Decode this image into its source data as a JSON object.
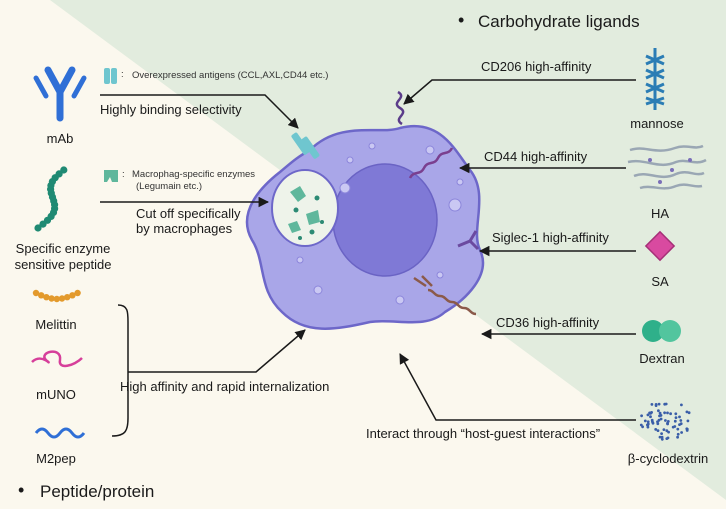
{
  "sections": {
    "carbohydrate_title": "Carbohydrate ligands",
    "peptide_title": "Peptide/protein"
  },
  "bullet_glyph": "•",
  "left": {
    "mab": {
      "name": "mAb"
    },
    "antigen_legend": {
      "colon": ":",
      "text": "Overexpressed antigens (CCL,AXL,CD44 etc.)"
    },
    "mab_arrow_label": "Highly binding selectivity",
    "peptide": {
      "line1": "Specific enzyme",
      "line2": "sensitive peptide"
    },
    "enzyme_legend": {
      "colon": ":",
      "line1": "Macrophag-specific enzymes",
      "line2": "(Legumain etc.)"
    },
    "peptide_arrow_label": {
      "line1": "Cut off specifically",
      "line2": "by macrophages"
    },
    "peptides": [
      {
        "name": "Melittin"
      },
      {
        "name": "mUNO"
      },
      {
        "name": "M2pep"
      }
    ],
    "group_arrow_label": "High affinity and rapid internalization"
  },
  "right": {
    "ligands": [
      {
        "name": "mannose",
        "receptor_label": "CD206 high-affinity"
      },
      {
        "name": "HA",
        "receptor_label": "CD44 high-affinity"
      },
      {
        "name": "SA",
        "receptor_label": "Siglec-1 high-affinity"
      },
      {
        "name": "Dextran",
        "receptor_label": "CD36 high-affinity"
      },
      {
        "name": "β-cyclodextrin",
        "receptor_label": "Interact through “host-guest interactions”"
      }
    ]
  },
  "colors": {
    "background_left": "#fbf8ee",
    "background_right": "#e2ecde",
    "cell_body": "#a9a6e8",
    "cell_outline": "#6d67c9",
    "nucleus": "#7f79d6",
    "antibody": "#2f6fd6",
    "peptide_green": "#1f8a73",
    "enzyme": "#5fb79c",
    "melittin": "#e39a2c",
    "muno": "#d63f9a",
    "m2pep": "#2f6fd6",
    "mannose": "#2b7db5",
    "ha": "#9aa7b4",
    "sa": "#d94aa0",
    "dextran": "#2fb08a",
    "cyclodextrin": "#3a5ea8",
    "arrows": "#1a1a1a"
  }
}
